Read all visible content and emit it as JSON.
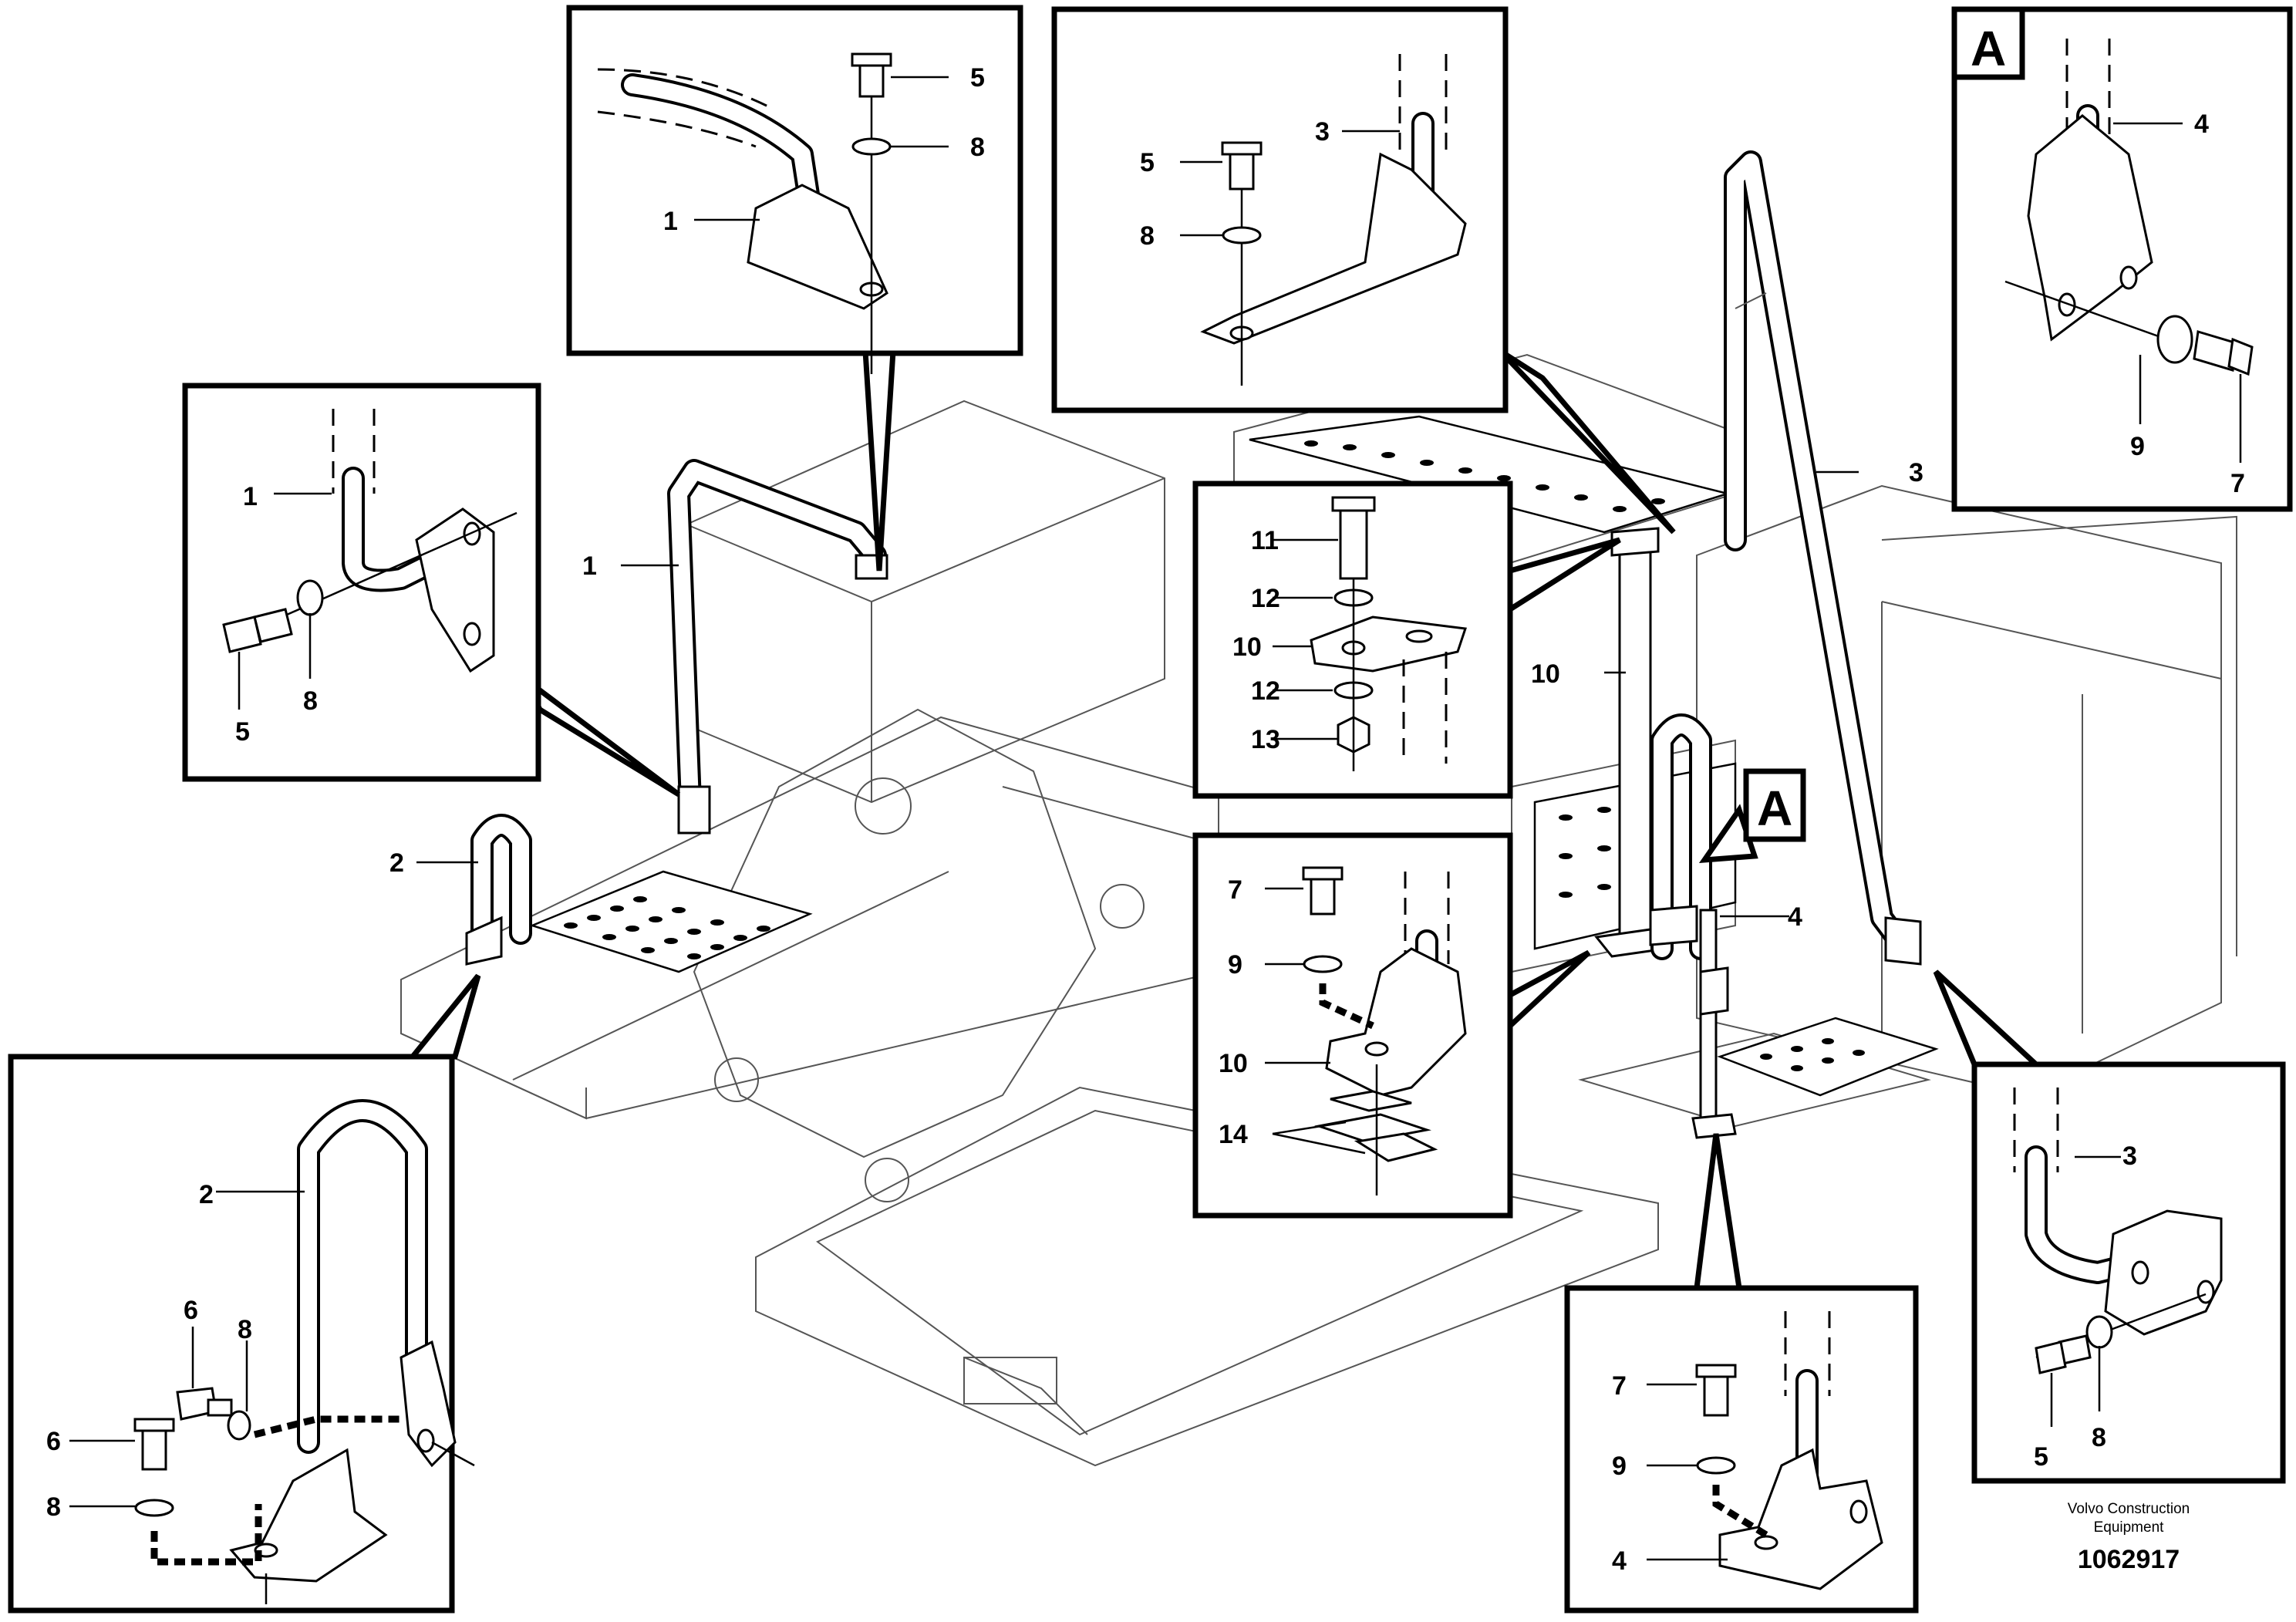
{
  "figure": {
    "callouts": {
      "c1": "1",
      "c2": "2",
      "c3": "3",
      "c4": "4",
      "c5": "5",
      "c6": "6",
      "c7": "7",
      "c8": "8",
      "c9": "9",
      "c10": "10",
      "c11": "11",
      "c12": "12",
      "c13": "13",
      "c14": "14"
    },
    "view_marker": "A",
    "publisher_line1": "Volvo Construction",
    "publisher_line2": "Equipment",
    "document_number": "1062917"
  }
}
